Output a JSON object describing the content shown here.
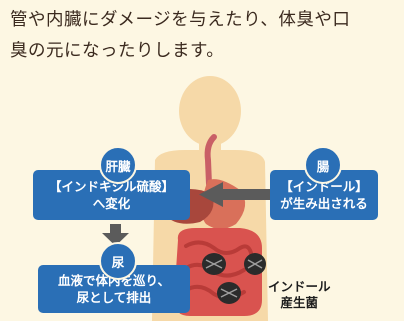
{
  "text": {
    "line1": "管や内臓にダメージを与えたり、体臭や口",
    "line2": "臭の元になったりします。"
  },
  "liver": {
    "badge": "肝臓",
    "line1": "【インドキシル硫酸】",
    "line2": "へ変化"
  },
  "intestine": {
    "badge": "腸",
    "line1": "【インドール】",
    "line2": "が生み出される"
  },
  "urine": {
    "badge": "尿",
    "line1": "血液で体内を巡り、",
    "line2": "尿として排出"
  },
  "bacteria": {
    "line1": "インドール",
    "line2": "産生菌"
  },
  "colors": {
    "accent": "#2a6fb6",
    "arrow": "#5b5b5b",
    "body": "#f6d9a8",
    "background": "#fdf7e3"
  }
}
